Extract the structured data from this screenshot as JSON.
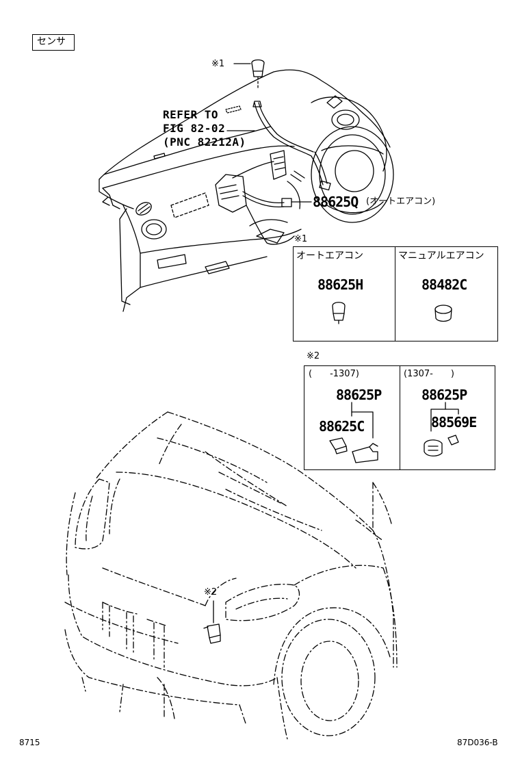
{
  "category_label": "センサ",
  "reference": {
    "line1": "REFER TO",
    "line2": "FIG 82-02",
    "line3": "(PNC 82212A)"
  },
  "callouts": {
    "dash_sensor_mark": "※1",
    "front_sensor_mark": "※2",
    "main_part": "88625Q",
    "main_part_note": "(オートエアコン)"
  },
  "box1": {
    "mark": "※1",
    "col_left_header": "オートエアコン",
    "col_right_header": "マニュアルエアコン",
    "col_left_part": "88625H",
    "col_right_part": "88482C"
  },
  "box2": {
    "mark": "※2",
    "col_left_header": "(　　-1307)",
    "col_right_header": "(1307-　　)",
    "col_left_top_part": "88625P",
    "col_left_sub_part": "88625C",
    "col_right_top_part": "88625P",
    "col_right_sub_part": "88569E"
  },
  "footer": {
    "left_code": "8715",
    "right_code": "87D036-B"
  }
}
